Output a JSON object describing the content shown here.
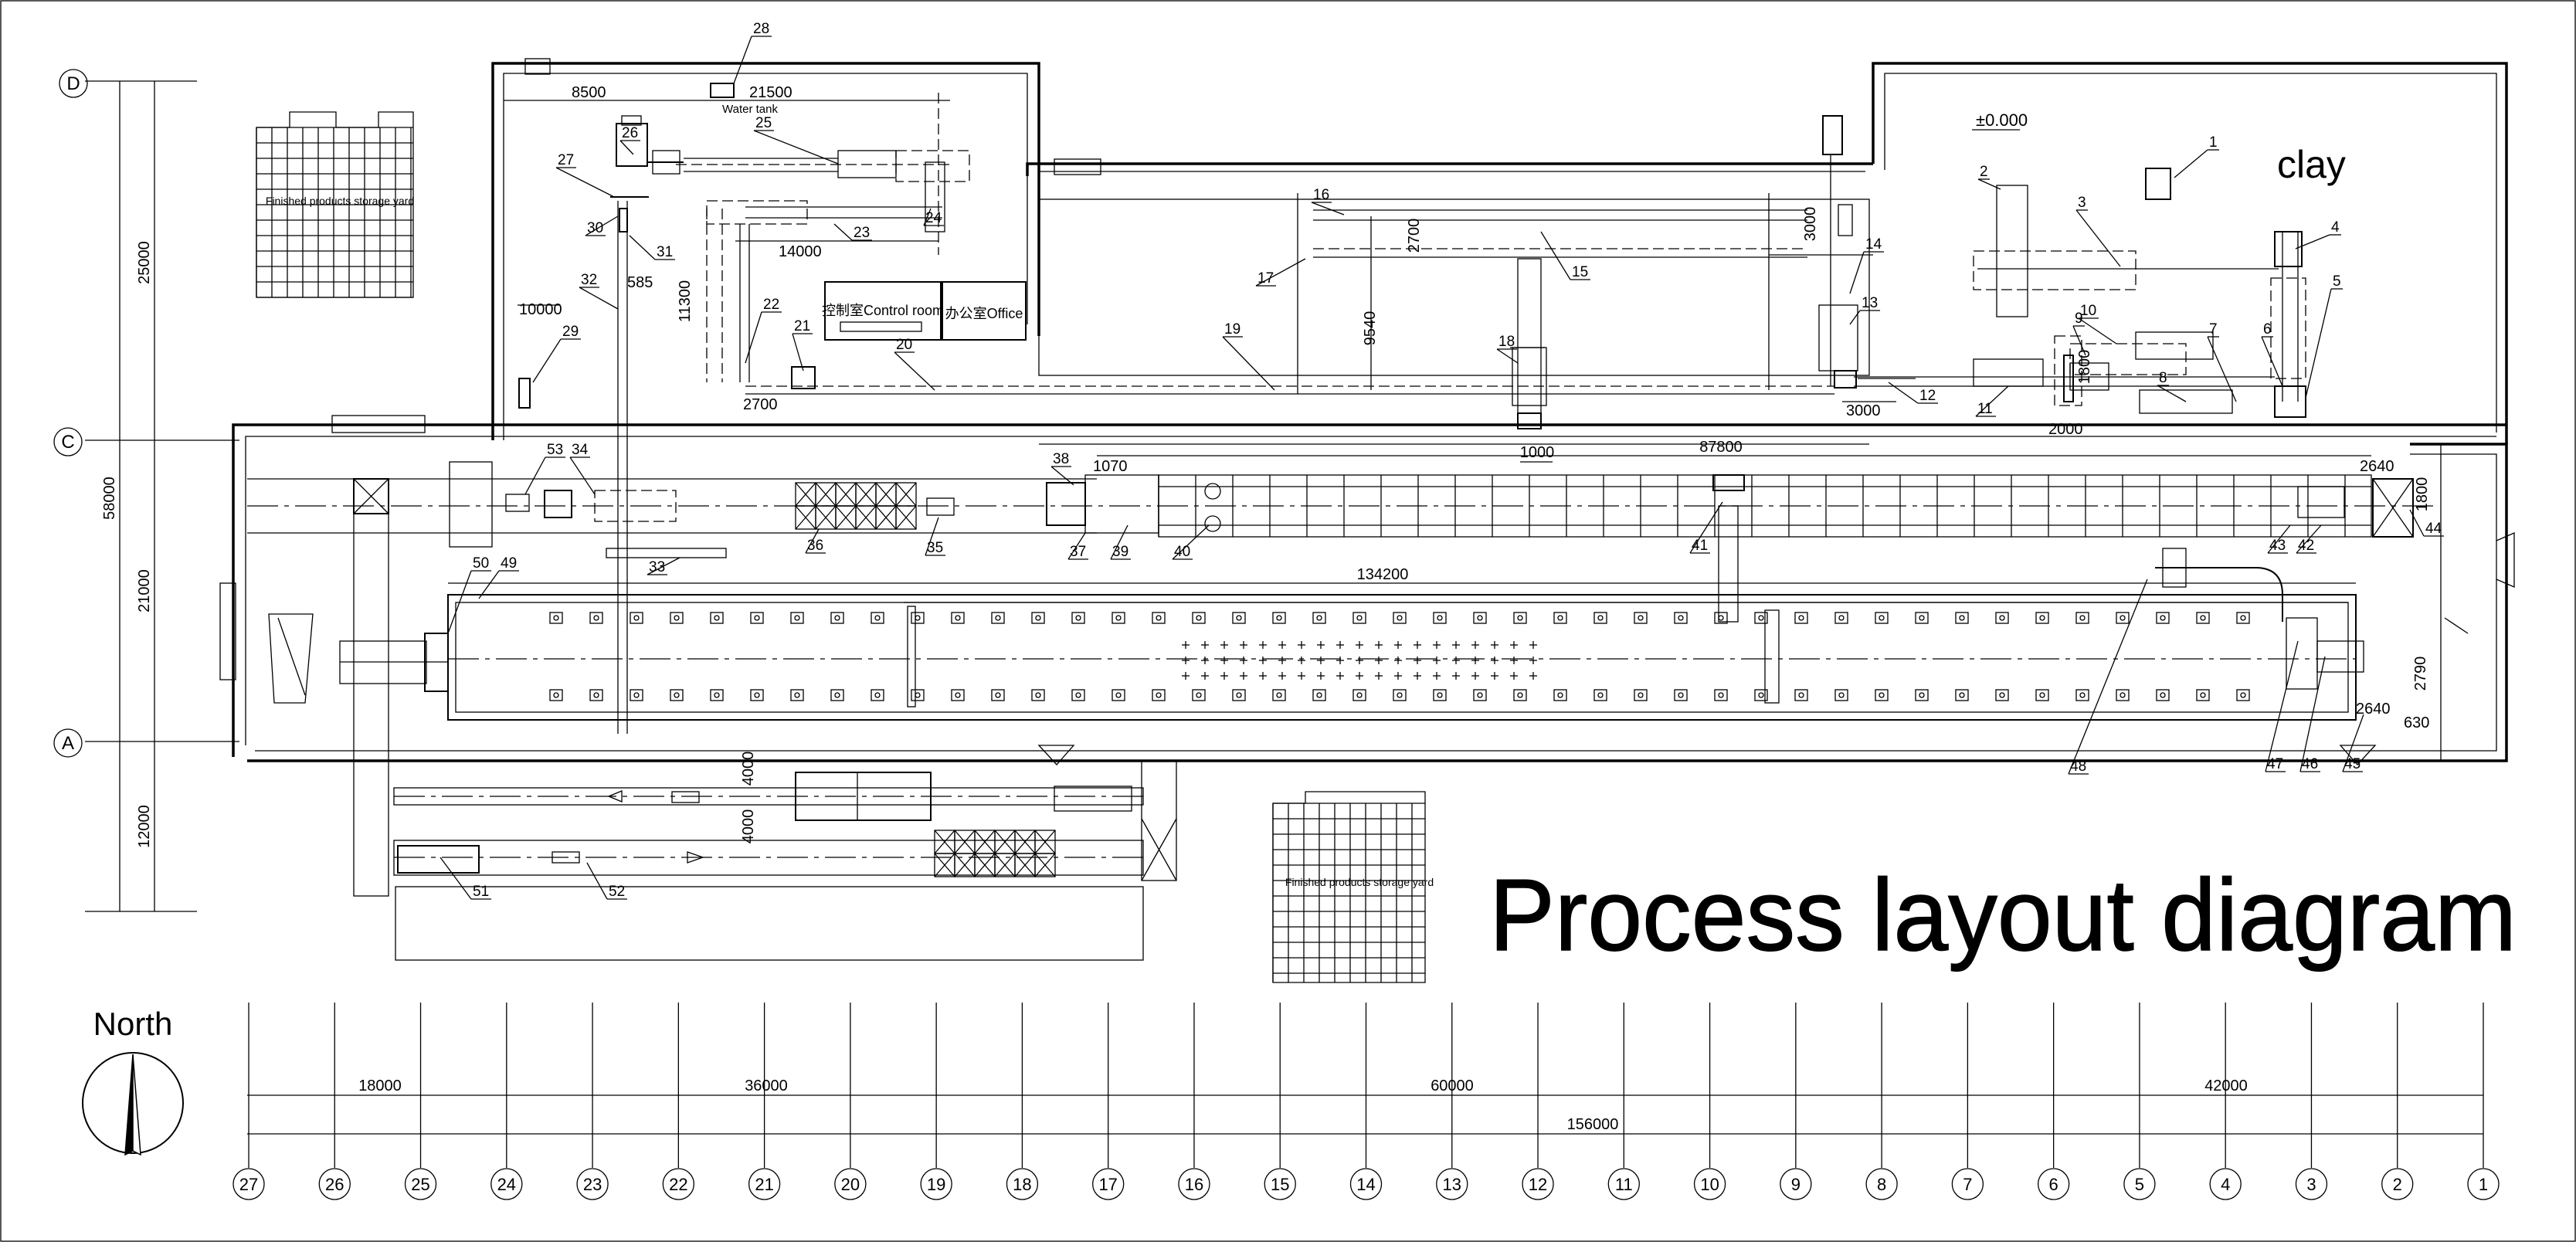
{
  "title": "Process layout diagram",
  "north_label": "North",
  "material_label": "clay",
  "elevation_label": "±0.000",
  "rooms": {
    "control_room": "控制室Control room",
    "office": "办公室Office",
    "water_tank": "Water tank",
    "storage_yard": "Finished products storage yard"
  },
  "grid_rows": [
    "D",
    "C",
    "A"
  ],
  "grid_cols": [
    "27",
    "26",
    "25",
    "24",
    "23",
    "22",
    "21",
    "20",
    "19",
    "18",
    "17",
    "16",
    "15",
    "14",
    "13",
    "12",
    "11",
    "10",
    "9",
    "8",
    "7",
    "6",
    "5",
    "4",
    "3",
    "2",
    "1"
  ],
  "left_dims": [
    "25000",
    "58000",
    "21000",
    "12000"
  ],
  "bottom_dims": [
    "18000",
    "36000",
    "60000",
    "42000",
    "156000"
  ],
  "plan_dims": {
    "d8500": "8500",
    "d21500": "21500",
    "d14000": "14000",
    "d11300": "11300",
    "d585": "585",
    "d10000": "10000",
    "d2700a": "2700",
    "d2700b": "2700",
    "d9540": "9540",
    "d3000a": "3000",
    "d3000b": "3000",
    "d1800a": "1800",
    "d2000": "2000",
    "d1000": "1000",
    "d87800": "87800",
    "d1070": "1070",
    "d134200": "134200",
    "d2640a": "2640",
    "d1800b": "1800",
    "d2790": "2790",
    "d2640b": "2640",
    "d630": "630",
    "d4000a": "4000",
    "d4000b": "4000"
  },
  "callouts": [
    "1",
    "2",
    "3",
    "4",
    "5",
    "6",
    "7",
    "8",
    "9",
    "10",
    "11",
    "12",
    "13",
    "14",
    "15",
    "16",
    "17",
    "18",
    "19",
    "20",
    "21",
    "22",
    "23",
    "24",
    "25",
    "26",
    "27",
    "28",
    "29",
    "30",
    "31",
    "32",
    "33",
    "34",
    "35",
    "36",
    "37",
    "38",
    "39",
    "40",
    "41",
    "42",
    "43",
    "44",
    "45",
    "46",
    "47",
    "48",
    "49",
    "50",
    "51",
    "52",
    "53"
  ]
}
